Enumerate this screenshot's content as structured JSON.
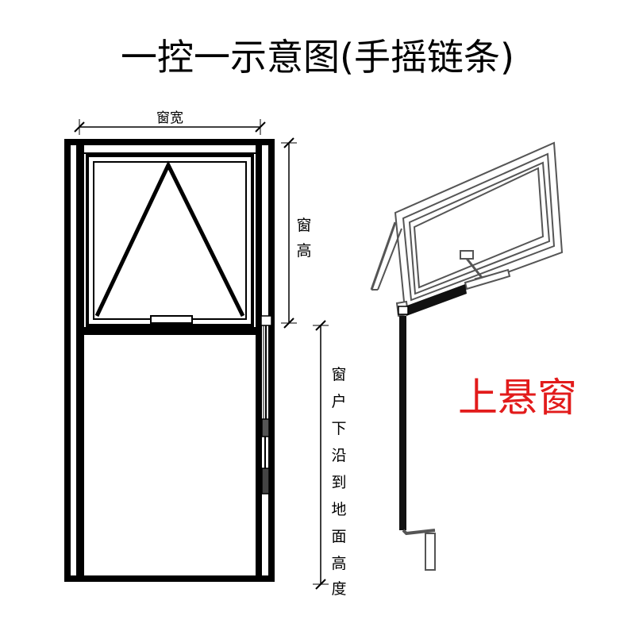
{
  "title": "一控一示意图(手摇链条)",
  "dimensions": {
    "window_width": "窗宽",
    "window_height": [
      "窗",
      "高"
    ],
    "sill_height": [
      "窗",
      "户",
      "下",
      "沿",
      "到",
      "地",
      "面",
      "高",
      "度"
    ]
  },
  "window_type": "上悬窗",
  "colors": {
    "frame": "#000000",
    "label_accent": "#e21b1b",
    "metal": "#888888"
  }
}
